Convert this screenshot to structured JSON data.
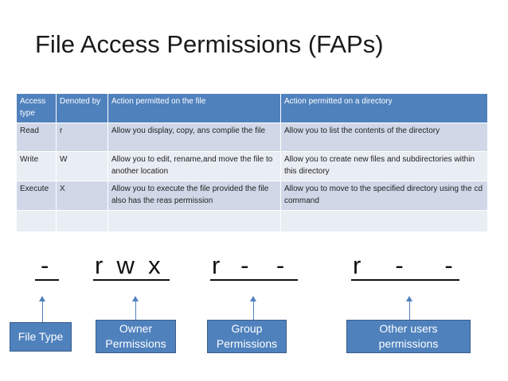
{
  "title": "File Access Permissions (FAPs)",
  "table": {
    "headers": [
      "Access type",
      "Denoted by",
      "Action permitted on the file",
      "Action permitted on a directory"
    ],
    "rows": [
      [
        "Read",
        "r",
        "Allow you display, copy, ans complie the file",
        "Allow you to list the contents  of  the directory"
      ],
      [
        "Write",
        "W",
        "Allow you to edit, rename,and move the file to another location",
        "Allow you to create new files and subdirectories within this directory"
      ],
      [
        "Execute",
        "X",
        "Allow you to execute the file provided the file also has the reas permission",
        "Allow you to move to the specified directory using the cd command"
      ],
      [
        "",
        "",
        "",
        ""
      ]
    ]
  },
  "permissions": {
    "file_type": "-",
    "owner": "r  w  x",
    "group": "r   -    -",
    "other": "r     -      -"
  },
  "labels": {
    "file_type": "File Type",
    "owner": "Owner Permissions",
    "group": "Group Permissions",
    "other": "Other users permissions"
  },
  "colors": {
    "header_blue": "#4f81bd",
    "row_light": "#d0d8e8",
    "row_lighter": "#e9edf4",
    "box_blue": "#4f81bd"
  }
}
